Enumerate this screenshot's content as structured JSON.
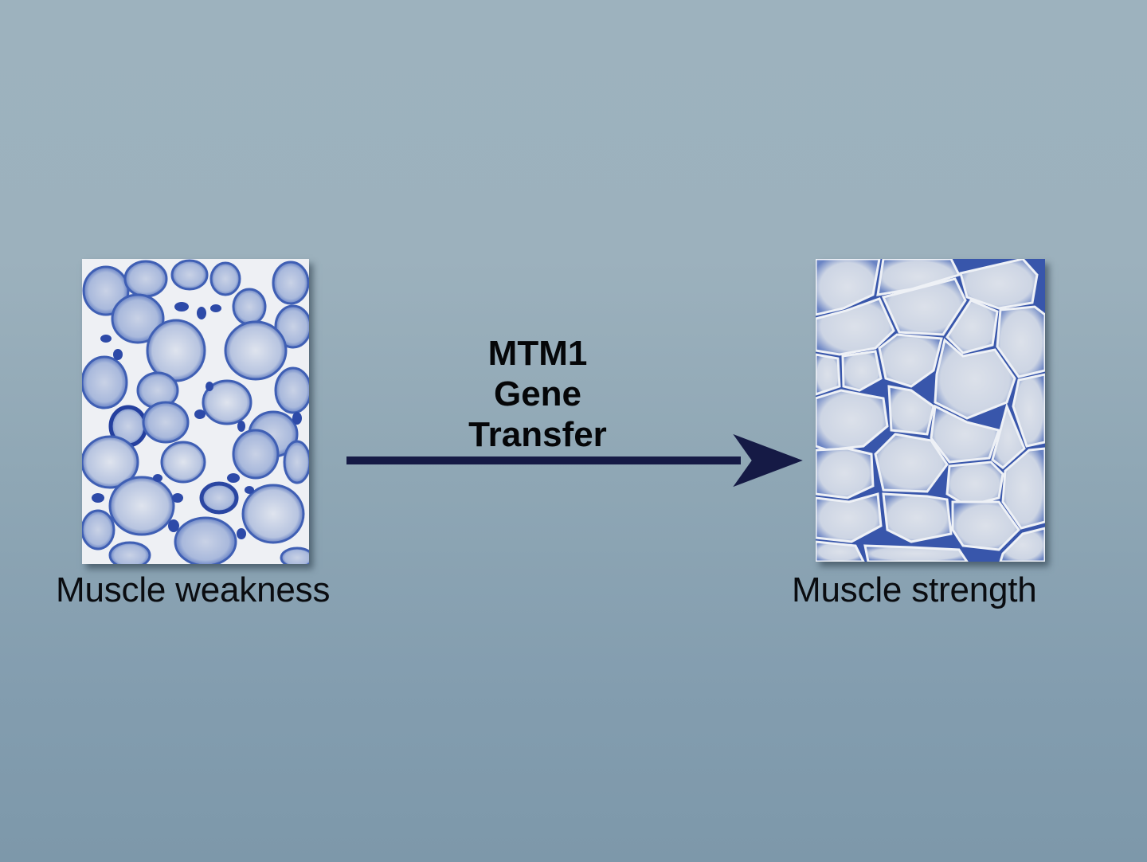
{
  "diagram": {
    "left_panel": {
      "caption": "Muscle weakness",
      "image": "muscle-biopsy-stained-tissue-small-irregular-fibers"
    },
    "right_panel": {
      "caption": "Muscle strength",
      "image": "muscle-biopsy-stained-tissue-large-uniform-fibers"
    },
    "arrow": {
      "label_lines": [
        "MTM1",
        "Gene",
        "Transfer"
      ],
      "direction": "left-to-right",
      "color": "#151a45"
    },
    "colors": {
      "background_top": "#9db2be",
      "background_bottom": "#7d98aa",
      "stain_blue": "#3b5bb0",
      "text": "#0a0c10"
    }
  }
}
